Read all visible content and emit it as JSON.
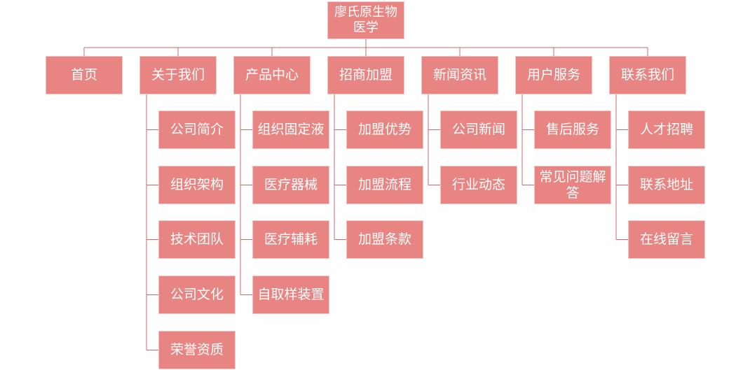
{
  "root": {
    "label": "廖氏原生物医学"
  },
  "categories": [
    {
      "label": "首页",
      "children": []
    },
    {
      "label": "关于我们",
      "children": [
        "公司简介",
        "组织架构",
        "技术团队",
        "公司文化",
        "荣誉资质"
      ]
    },
    {
      "label": "产品中心",
      "children": [
        "组织固定液",
        "医疗器械",
        "医疗辅耗",
        "自取样装置"
      ]
    },
    {
      "label": "招商加盟",
      "children": [
        "加盟优势",
        "加盟流程",
        "加盟条款"
      ]
    },
    {
      "label": "新闻资讯",
      "children": [
        "公司新闻",
        "行业动态"
      ]
    },
    {
      "label": "用户服务",
      "children": [
        "售后服务",
        "常见问题解答"
      ]
    },
    {
      "label": "联系我们",
      "children": [
        "人才招聘",
        "联系地址",
        "在线留言"
      ]
    }
  ],
  "colors": {
    "node": "#e88583",
    "line": "#c76b6b",
    "text": "#ffffff"
  }
}
